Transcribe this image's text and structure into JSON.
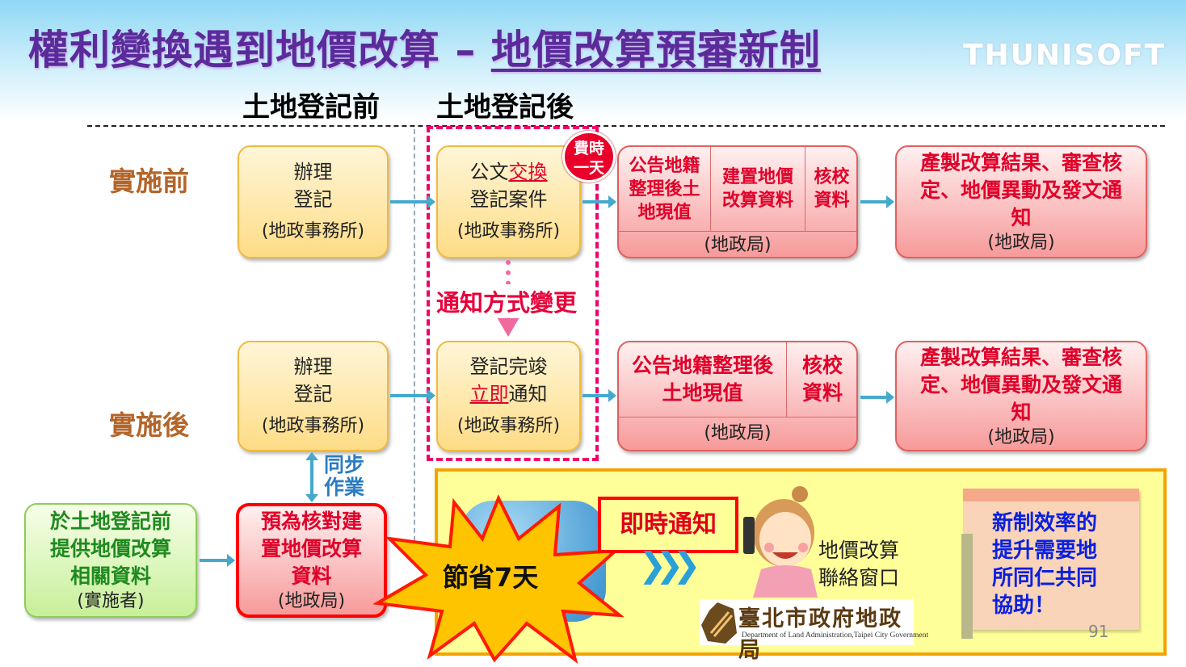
{
  "title": {
    "main": "權利變換遇到地價改算 – ",
    "sub": "地價改算預審新制"
  },
  "logo": "THUNISOFT",
  "columns": {
    "before": "土地登記前",
    "after": "土地登記後"
  },
  "rows": {
    "before": "實施前",
    "after": "實施後"
  },
  "row1": {
    "box1": {
      "l1": "辦理",
      "l2": "登記",
      "sub": "(地政事務所)"
    },
    "box2": {
      "l1a": "公文",
      "l1b": "交換",
      "l2": "登記案件",
      "sub": "(地政事務所)"
    },
    "badge": {
      "l1": "費時",
      "l2": "一天"
    },
    "box3": {
      "c1": "公告地籍整理後土地現值",
      "c2": "建置地價改算資料",
      "c3": "核校資料",
      "sub": "(地政局)"
    },
    "box4": {
      "text": "產製改算結果、審查核定、地價異動及發文通知",
      "sub": "(地政局)"
    }
  },
  "change_label": "通知方式變更",
  "row2": {
    "box1": {
      "l1": "辦理",
      "l2": "登記",
      "sub": "(地政事務所)"
    },
    "box2": {
      "l1": "登記完竣",
      "l2a": "立即",
      "l2b": "通知",
      "sub": "(地政事務所)"
    },
    "box3": {
      "c1": "公告地籍整理後土地現值",
      "c2": "核校資料",
      "sub": "(地政局)"
    },
    "box4": {
      "text": "產製改算結果、審查核定、地價異動及發文通知",
      "sub": "(地政局)"
    }
  },
  "sync": {
    "l1": "同步",
    "l2": "作業"
  },
  "row3": {
    "green": {
      "text": "於土地登記前提供地價改算相關資料",
      "sub": "(實施者)"
    },
    "red": {
      "text": "預為核對建置地價改算資料",
      "sub": "(地政局)"
    }
  },
  "panel": {
    "burst": "節省7天",
    "instant": "即時通知",
    "contact": {
      "l1": "地價改算",
      "l2": "聯絡窗口"
    },
    "org": {
      "name": "臺北市政府地政局",
      "en": "Department of Land Administration,Taipei City Government"
    },
    "note": "新制效率的提升需要地所同仁共同協助！",
    "page": "91"
  },
  "colors": {
    "accent": "#e0002a",
    "title": "#5b2b9c",
    "arrow": "#45a9cc",
    "panel": "#ffff99"
  }
}
